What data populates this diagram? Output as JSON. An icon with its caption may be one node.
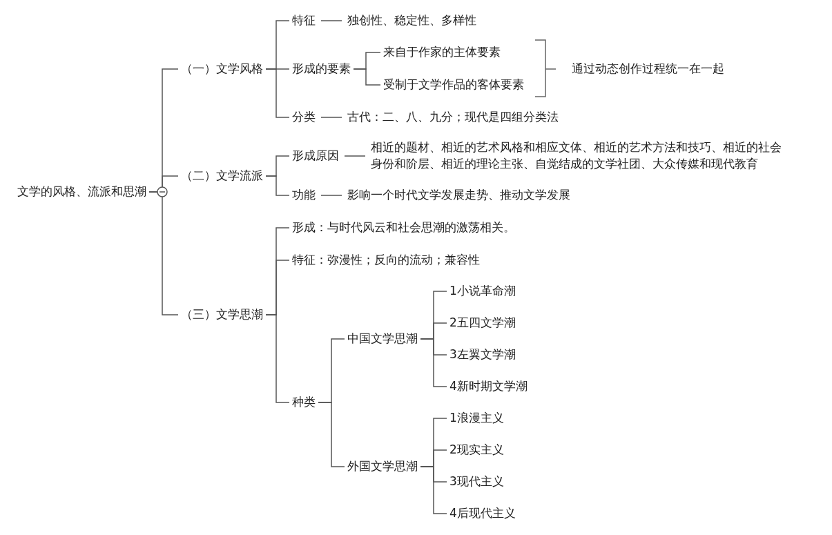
{
  "diagram": {
    "nodes": [
      {
        "text": [
          "文学的风格、流派和思潮"
        ]
      },
      {
        "text": [
          "（一）文学风格"
        ]
      },
      {
        "text": [
          "特征"
        ]
      },
      {
        "text": [
          "独创性、稳定性、多样性"
        ]
      },
      {
        "text": [
          "形成的要素"
        ]
      },
      {
        "text": [
          "来自于作家的主体要素"
        ]
      },
      {
        "text": [
          "受制于文学作品的客体要素"
        ]
      },
      {
        "text": [
          "通过动态创作过程统一在一起"
        ]
      },
      {
        "text": [
          "分类"
        ]
      },
      {
        "text": [
          "古代：二、八、九分；现代是四组分类法"
        ]
      },
      {
        "text": [
          "（二）文学流派"
        ]
      },
      {
        "text": [
          "形成原因"
        ]
      },
      {
        "text": [
          "相近的题材、相近的艺术风格和相应文体、相近的艺术方法和技巧、相近的社会身份和阶层、相近的理论主张、自觉结成的文学社团、大众传媒和现代教育"
        ]
      },
      {
        "text": [
          "功能"
        ]
      },
      {
        "text": [
          "影响一个时代文学发展走势、推动文学发展"
        ]
      },
      {
        "text": [
          "（三）文学思潮"
        ]
      },
      {
        "text": [
          "形成：与时代风云和社会思潮的激荡相关。"
        ]
      },
      {
        "text": [
          "特征：弥漫性；反向的流动；兼容性"
        ]
      },
      {
        "text": [
          "种类"
        ]
      },
      {
        "text": [
          "中国文学思潮"
        ]
      },
      {
        "text": [
          "1小说革命潮"
        ]
      },
      {
        "text": [
          "2五四文学潮"
        ]
      },
      {
        "text": [
          "3左翼文学潮"
        ]
      },
      {
        "text": [
          "4新时期文学潮"
        ]
      },
      {
        "text": [
          "外国文学思潮"
        ]
      },
      {
        "text": [
          "1浪漫主义"
        ]
      },
      {
        "text": [
          "2现实主义"
        ]
      },
      {
        "text": [
          "3现代主义"
        ]
      },
      {
        "text": [
          "4后现代主义"
        ]
      }
    ],
    "edges": [
      {
        "from": 0,
        "to": 1,
        "arrow": "none"
      },
      {
        "from": 0,
        "to": 10,
        "arrow": "none"
      },
      {
        "from": 0,
        "to": 15,
        "arrow": "none"
      },
      {
        "from": 1,
        "to": 2,
        "arrow": "none"
      },
      {
        "from": 1,
        "to": 4,
        "arrow": "none"
      },
      {
        "from": 1,
        "to": 8,
        "arrow": "none"
      },
      {
        "from": 2,
        "to": 3,
        "arrow": "none"
      },
      {
        "from": 4,
        "to": 5,
        "arrow": "none"
      },
      {
        "from": 4,
        "to": 6,
        "arrow": "none"
      },
      {
        "from": 8,
        "to": 9,
        "arrow": "none"
      },
      {
        "from": 10,
        "to": 11,
        "arrow": "none"
      },
      {
        "from": 10,
        "to": 13,
        "arrow": "none"
      },
      {
        "from": 11,
        "to": 12,
        "arrow": "none"
      },
      {
        "from": 13,
        "to": 14,
        "arrow": "none"
      },
      {
        "from": 15,
        "to": 16,
        "arrow": "none"
      },
      {
        "from": 15,
        "to": 17,
        "arrow": "none"
      },
      {
        "from": 15,
        "to": 18,
        "arrow": "none"
      },
      {
        "from": 18,
        "to": 19,
        "arrow": "none"
      },
      {
        "from": 18,
        "to": 24,
        "arrow": "none"
      },
      {
        "from": 19,
        "to": 20,
        "arrow": "none"
      },
      {
        "from": 19,
        "to": 21,
        "arrow": "none"
      },
      {
        "from": 19,
        "to": 22,
        "arrow": "none"
      },
      {
        "from": 19,
        "to": 23,
        "arrow": "none"
      },
      {
        "from": 24,
        "to": 25,
        "arrow": "none"
      },
      {
        "from": 24,
        "to": 26,
        "arrow": "none"
      },
      {
        "from": 24,
        "to": 27,
        "arrow": "none"
      },
      {
        "from": 24,
        "to": 28,
        "arrow": "none"
      }
    ]
  }
}
